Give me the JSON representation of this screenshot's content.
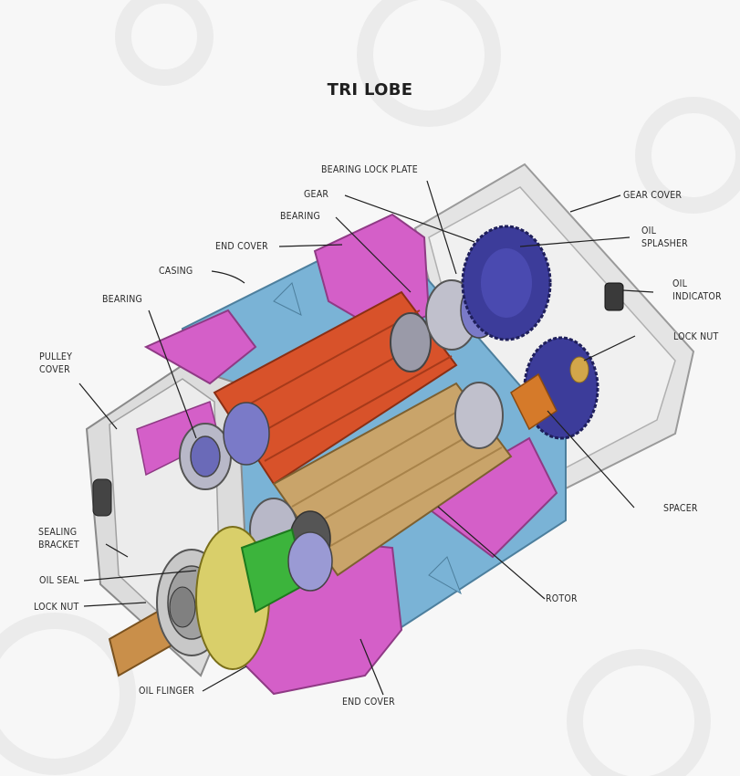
{
  "title": "TRI LOBE",
  "labels": {
    "bearing_lock_plate": "BEARING LOCK PLATE",
    "gear": "GEAR",
    "gear_cover": "GEAR COVER",
    "bearing_top": "BEARING",
    "oil_splasher_1": "OIL",
    "oil_splasher_2": "SPLASHER",
    "end_cover_top": "END COVER",
    "casing": "CASING",
    "oil_indicator_1": "OIL",
    "oil_indicator_2": "INDICATOR",
    "bearing_left": "BEARING",
    "lock_nut_right": "LOCK NUT",
    "pulley_cover_1": "PULLEY",
    "pulley_cover_2": "COVER",
    "spacer": "SPACER",
    "sealing_bracket_1": "SEALING",
    "sealing_bracket_2": "BRACKET",
    "oil_seal": "OIL SEAL",
    "rotor": "ROTOR",
    "lock_nut_left": "LOCK NUT",
    "oil_flinger": "OIL FLINGER",
    "end_cover_bottom": "END COVER"
  },
  "colors": {
    "end_cover": "#d45fc8",
    "casing": "#7ab3d6",
    "rotor_top": "#d8522a",
    "rotor_bottom": "#c9a46a",
    "gear": "#3c3c9a",
    "housing": "#e2e2e2",
    "shaft": "#c98f4a",
    "green_part": "#3cb43c"
  }
}
